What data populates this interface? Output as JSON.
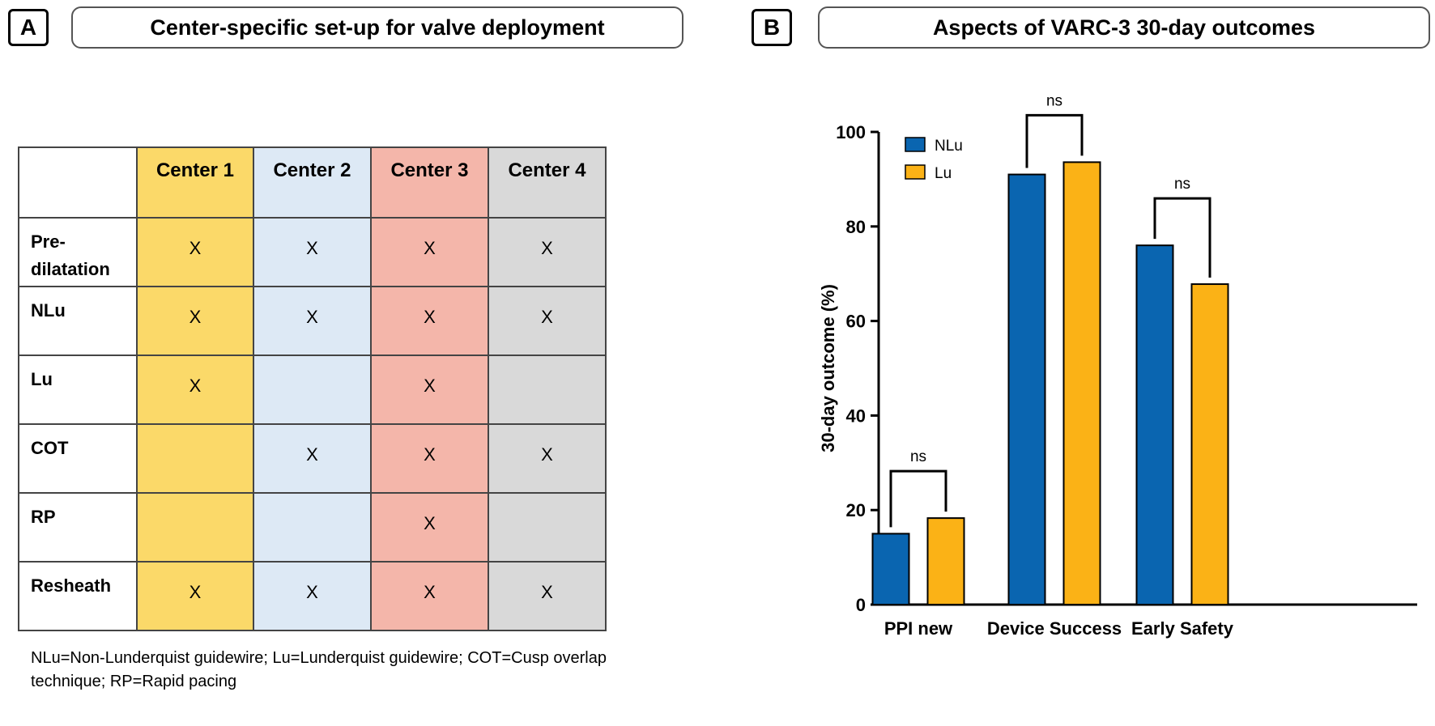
{
  "panelA": {
    "letter": "A",
    "title": "Center-specific set-up for valve deployment",
    "table": {
      "columns": [
        "Center 1",
        "Center 2",
        "Center 3",
        "Center 4"
      ],
      "rows": [
        {
          "label": "Pre-\ndilatation",
          "marks": [
            "X",
            "X",
            "X",
            "X"
          ]
        },
        {
          "label": "NLu",
          "marks": [
            "X",
            "X",
            "X",
            "X"
          ]
        },
        {
          "label": "Lu",
          "marks": [
            "X",
            "",
            "X",
            ""
          ]
        },
        {
          "label": "COT",
          "marks": [
            "",
            "X",
            "X",
            "X"
          ]
        },
        {
          "label": "RP",
          "marks": [
            "",
            "",
            "X",
            ""
          ]
        },
        {
          "label": "Resheath",
          "marks": [
            "X",
            "X",
            "X",
            "X"
          ]
        }
      ],
      "column_colors": [
        "#fbd969",
        "#dde9f5",
        "#f4b6aa",
        "#d9d9d9"
      ]
    },
    "footnote": "NLu=Non-Lunderquist guidewire; Lu=Lunderquist guidewire; COT=Cusp overlap technique; RP=Rapid pacing"
  },
  "panelB": {
    "letter": "B",
    "title": "Aspects of VARC-3 30-day outcomes"
  },
  "chart_data": {
    "type": "bar",
    "title": "",
    "xlabel": "",
    "ylabel": "30-day outcome (%)",
    "categories": [
      "PPI new",
      "Device Success",
      "Early Safety"
    ],
    "series": [
      {
        "name": "NLu",
        "color": "#0a65b0",
        "values": [
          15,
          91,
          76
        ]
      },
      {
        "name": "Lu",
        "color": "#fbb216",
        "values": [
          18.3,
          93.6,
          67.8
        ]
      }
    ],
    "ylim": [
      0,
      100
    ],
    "yticks": [
      0,
      20,
      40,
      60,
      80,
      100
    ],
    "grid": false,
    "legend": "top-left",
    "annotations": [
      "ns",
      "ns",
      "ns"
    ]
  }
}
